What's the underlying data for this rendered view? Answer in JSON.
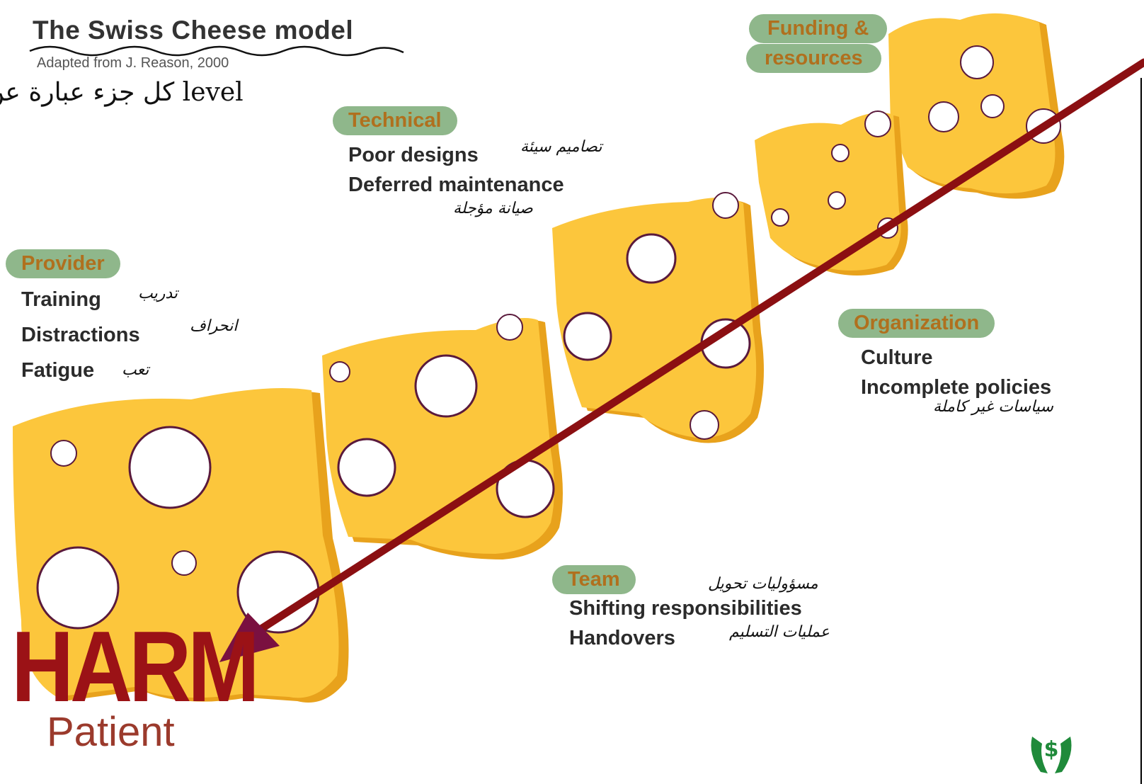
{
  "header": {
    "title": "The Swiss Cheese model",
    "subtitle": "Adapted from J. Reason, 2000",
    "note_arabic": "كل جزء عبارة عن level"
  },
  "layers": {
    "provider": {
      "label": "Provider",
      "items": [
        "Training",
        "Distractions",
        "Fatigue"
      ],
      "notes": [
        "تدريب",
        "انحراف",
        "تعب"
      ]
    },
    "technical": {
      "label": "Technical",
      "items": [
        "Poor designs",
        "Deferred maintenance"
      ],
      "notes": [
        "تصاميم سيئة",
        "صيانة مؤجلة"
      ]
    },
    "funding": {
      "label_line1": "Funding &",
      "label_line2": "resources"
    },
    "organization": {
      "label": "Organization",
      "items": [
        "Culture",
        "Incomplete policies"
      ],
      "notes": [
        "سياسات غير كاملة"
      ]
    },
    "team": {
      "label": "Team",
      "items": [
        "Shifting responsibilities",
        "Handovers"
      ],
      "notes": [
        "مسؤوليات تحويل",
        "عمليات التسليم"
      ]
    }
  },
  "outcome": {
    "harm": "HARM",
    "patient": "Patient"
  },
  "colors": {
    "cheese": "#fcc63c",
    "cheese_shadow": "#e8a21c",
    "trajectory": "#8b0f12",
    "pill": "#8fb78b",
    "pill_text": "#b0701e",
    "harm": "#9b1216"
  },
  "icons": [
    "hands-dollar-logo-icon"
  ]
}
